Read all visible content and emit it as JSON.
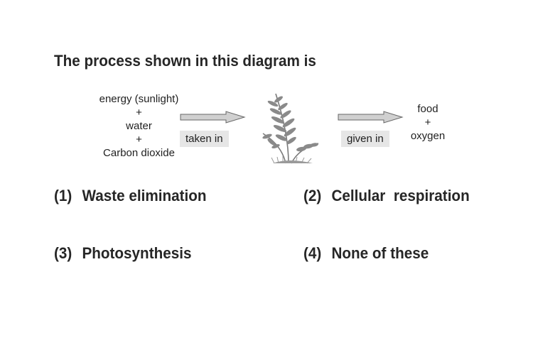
{
  "question": "The process shown in this diagram is",
  "diagram": {
    "inputs": [
      "energy (sunlight)",
      "+",
      "water",
      "+",
      "Carbon dioxide"
    ],
    "input_arrow_label": "taken in",
    "output_arrow_label": "given in",
    "outputs": [
      "food",
      "+",
      "oxygen"
    ],
    "plant_icon": "fern-plant-icon"
  },
  "options": [
    {
      "number": "(1)",
      "text": "Waste elimination"
    },
    {
      "number": "(2)",
      "text": "Cellular  respiration"
    },
    {
      "number": "(3)",
      "text": "Photosynthesis"
    },
    {
      "number": "(4)",
      "text": "None of these"
    }
  ]
}
